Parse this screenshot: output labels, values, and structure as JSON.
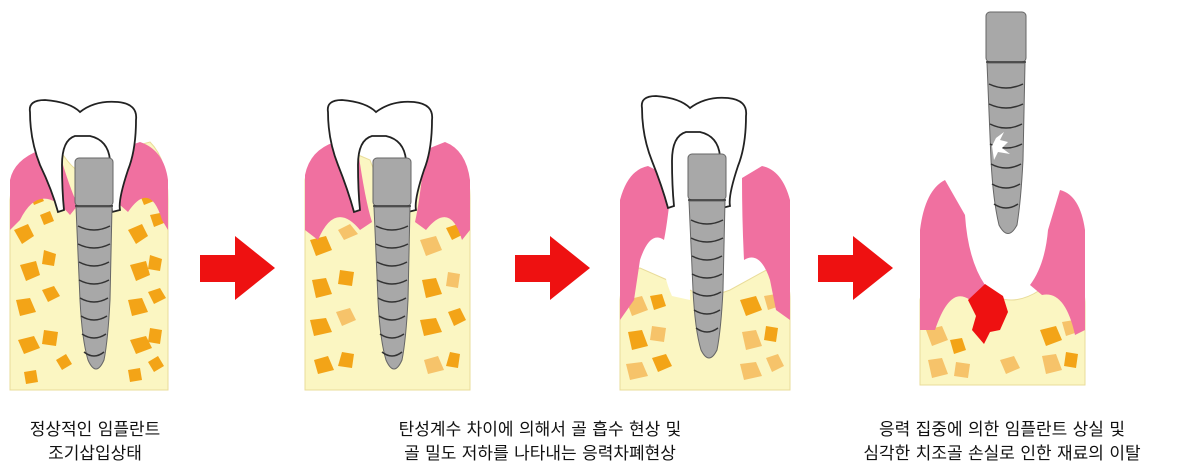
{
  "captions": {
    "stage1": {
      "line1": "정상적인 임플란트",
      "line2": "조기삽입상태"
    },
    "stage2": {
      "line1": "탄성계수 차이에 의해서 골 흡수 현상 및",
      "line2": "골 밀도 저하를 나타내는 응력차폐현상"
    },
    "stage3": {
      "line1": "응력 집중에 의한 임플란트 상실 및",
      "line2": "심각한 치조골 손실로 인한 재료의 이탈"
    }
  },
  "colors": {
    "gum": "#f070a0",
    "bone": "#fbf6c2",
    "bone_chips": "#f3a417",
    "bone_chips_light": "#f6c36a",
    "implant": "#a8a8a8",
    "arrow": "#ee1111",
    "damage": "#ee1111"
  },
  "icons": [
    "tooth-crown-icon",
    "implant-icon",
    "arrow-right-icon"
  ]
}
